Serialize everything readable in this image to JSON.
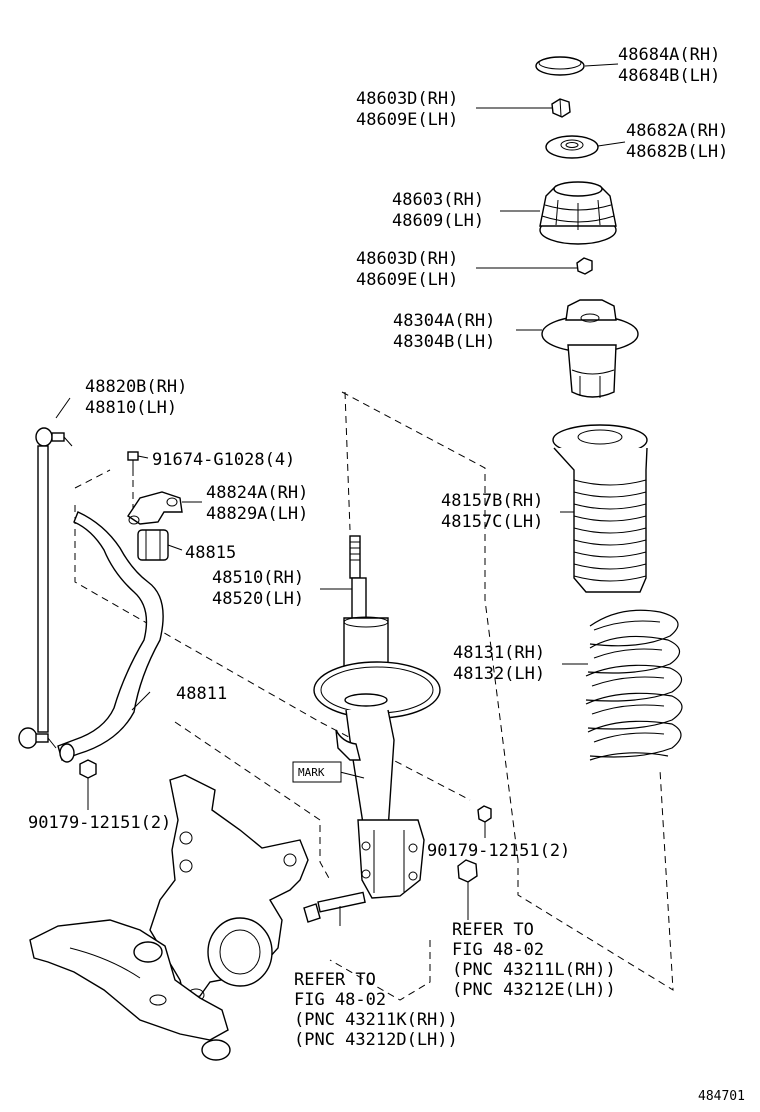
{
  "callouts": {
    "c48684": [
      "48684A(RH)",
      "48684B(LH)"
    ],
    "c48603d_top": [
      "48603D(RH)",
      "48609E(LH)"
    ],
    "c48682": [
      "48682A(RH)",
      "48682B(LH)"
    ],
    "c48603": [
      "48603(RH)",
      "48609(LH)"
    ],
    "c48603d_bot": [
      "48603D(RH)",
      "48609E(LH)"
    ],
    "c48304": [
      "48304A(RH)",
      "48304B(LH)"
    ],
    "c48820": [
      "48820B(RH)",
      "48810(LH)"
    ],
    "c91674": [
      "91674-G1028(4)"
    ],
    "c48824": [
      "48824A(RH)",
      "48829A(LH)"
    ],
    "c48815": [
      "48815"
    ],
    "c48157": [
      "48157B(RH)",
      "48157C(LH)"
    ],
    "c48510": [
      "48510(RH)",
      "48520(LH)"
    ],
    "c48131": [
      "48131(RH)",
      "48132(LH)"
    ],
    "c48811": [
      "48811"
    ],
    "c_mark": [
      "MARK"
    ],
    "c90179_left": [
      "90179-12151(2)"
    ],
    "c90179_right": [
      "90179-12151(2)"
    ],
    "refer_right": [
      "REFER TO",
      "FIG 48-02",
      "(PNC 43211L(RH))",
      "(PNC 43212E(LH))"
    ],
    "refer_left": [
      "REFER TO",
      "FIG 48-02",
      "(PNC 43211K(RH))",
      "(PNC 43212D(LH))"
    ]
  },
  "figure_number": "484701"
}
